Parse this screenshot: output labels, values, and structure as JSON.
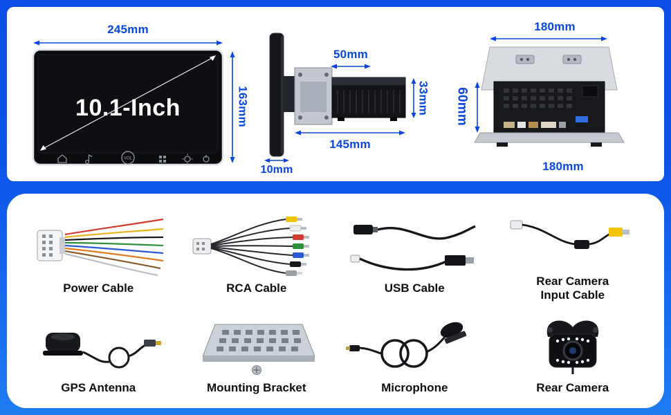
{
  "product": {
    "screen_size_label": "10.1-Inch",
    "front": {
      "width": "245mm",
      "height": "163mm",
      "knob_label": "VOL"
    },
    "side": {
      "mount_width": "50mm",
      "body_height": "33mm",
      "depth": "145mm",
      "panel_thickness": "10mm"
    },
    "rear": {
      "top_width": "180mm",
      "height": "60mm",
      "bottom_width": "180mm"
    },
    "front_buttons": [
      "home-icon",
      "music-icon",
      "volume-knob",
      "apps-icon",
      "settings-icon",
      "power-icon"
    ]
  },
  "accessories": [
    {
      "id": "power-cable",
      "label": "Power Cable"
    },
    {
      "id": "rca-cable",
      "label": "RCA Cable"
    },
    {
      "id": "usb-cable",
      "label": "USB  Cable"
    },
    {
      "id": "rear-camera-input-cable",
      "label": "Rear Camera\nInput Cable"
    },
    {
      "id": "gps-antenna",
      "label": "GPS Antenna"
    },
    {
      "id": "mounting-bracket",
      "label": "Mounting Bracket"
    },
    {
      "id": "microphone",
      "label": "Microphone"
    },
    {
      "id": "rear-camera",
      "label": "Rear Camera"
    }
  ],
  "colors": {
    "accent_blue": "#0846df",
    "background_top": "#0a4de6",
    "background_bottom": "#1e7cf2",
    "panel_white": "#ffffff"
  }
}
